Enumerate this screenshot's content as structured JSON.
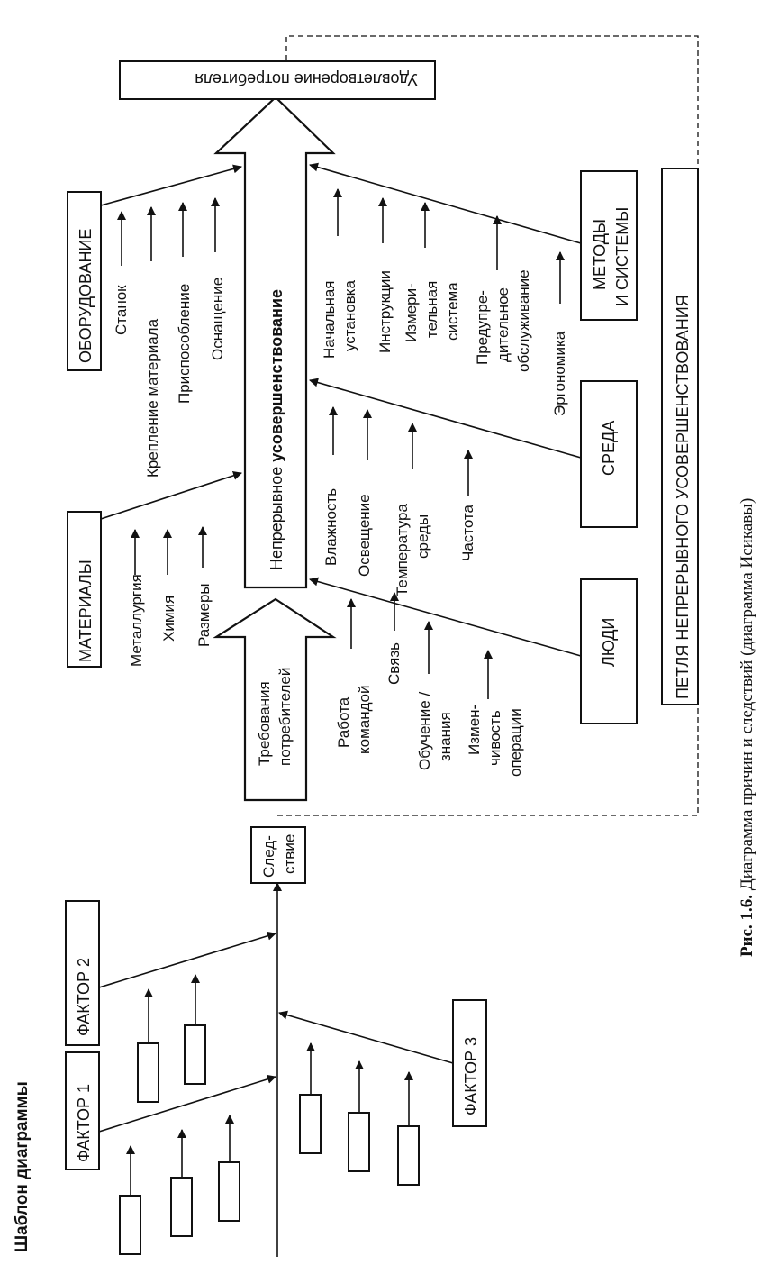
{
  "template": {
    "title": "Шаблон диаграммы",
    "factors": [
      "ФАКТОР 1",
      "ФАКТОР 2",
      "ФАКТОР 3"
    ],
    "effect": [
      "След-",
      "ствие"
    ]
  },
  "categories": {
    "materials": "МАТЕРИАЛЫ",
    "equipment": "ОБОРУДОВАНИЕ",
    "people": "ЛЮДИ",
    "environment": "СРЕДА",
    "methods": [
      "МЕТОДЫ",
      "И СИСТЕМЫ"
    ]
  },
  "materials_items": [
    "Металлургия",
    "Химия",
    "Размеры"
  ],
  "equipment_items": [
    "Станок",
    "Крепление материала",
    "Приспособление",
    "Оснащение"
  ],
  "people_items": {
    "teamwork": [
      "Работа",
      "командой"
    ],
    "communication": "Связь",
    "training": [
      "Обучение /",
      "знания"
    ],
    "variability": [
      "Измен-",
      "чивость",
      "операции"
    ]
  },
  "environment_items": {
    "humidity": "Влажность",
    "lighting": "Освещение",
    "temperature": [
      "Температура",
      "среды"
    ],
    "frequency": "Частота"
  },
  "methods_items": {
    "setup": [
      "Начальная",
      "установка"
    ],
    "instructions": "Инструкции",
    "measurement": [
      "Измери-",
      "тельная",
      "система"
    ],
    "maintenance": [
      "Предупре-",
      "дительное",
      "обслуживание"
    ],
    "ergonomics": "Эргономика"
  },
  "main_arrow": {
    "label_plain": "Непрерывное ",
    "label_bold": "усовершенствование",
    "requirements": [
      "Требования",
      "потребителей"
    ]
  },
  "satisfaction": "Удовлетворение потребителя",
  "loop": "ПЕТЛЯ НЕПРЕРЫВНОГО УСОВЕРШЕНСТВОВАНИЯ",
  "caption": {
    "bold": "Рис. 1.6.",
    "text": " Диаграмма причин и следствий (диаграмма Исикавы)"
  }
}
